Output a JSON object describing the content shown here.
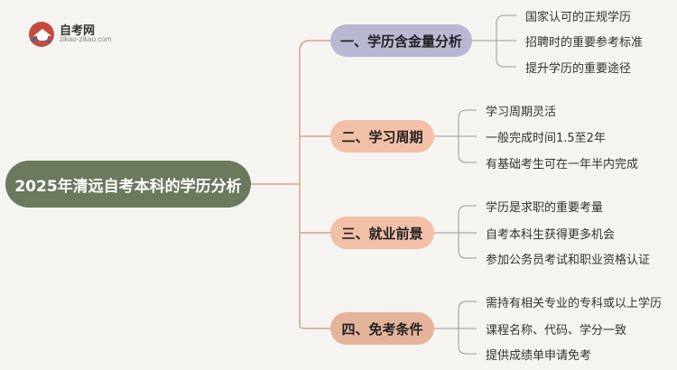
{
  "logo": {
    "title": "自考网",
    "url": "zikao-zikao.com"
  },
  "root": {
    "label": "2025年清远自考本科的学历分析"
  },
  "branches": [
    {
      "label": "一、学历含金量分析",
      "items": [
        "国家认可的正规学历",
        "招聘时的重要参考标准",
        "提升学历的重要途径"
      ]
    },
    {
      "label": "二、学习周期",
      "items": [
        "学习周期灵活",
        "一般完成时间1.5至2年",
        "有基础考生可在一年半内完成"
      ]
    },
    {
      "label": "三、就业前景",
      "items": [
        "学历是求职的重要考量",
        "自考本科生获得更多机会",
        "参加公务员考试和职业资格认证"
      ]
    },
    {
      "label": "四、免考条件",
      "items": [
        "需持有相关专业的专科或以上学历",
        "课程名称、代码、学分一致",
        "提供成绩单申请免考"
      ]
    }
  ],
  "colors": {
    "background": "#f6f4f0",
    "root": "#6b7a5e",
    "branch_1": "#b8b8d3",
    "branch_other": "#f2c0a6",
    "connector_root": "#c9a58f",
    "connector_leaf": "#9a9a9a"
  }
}
